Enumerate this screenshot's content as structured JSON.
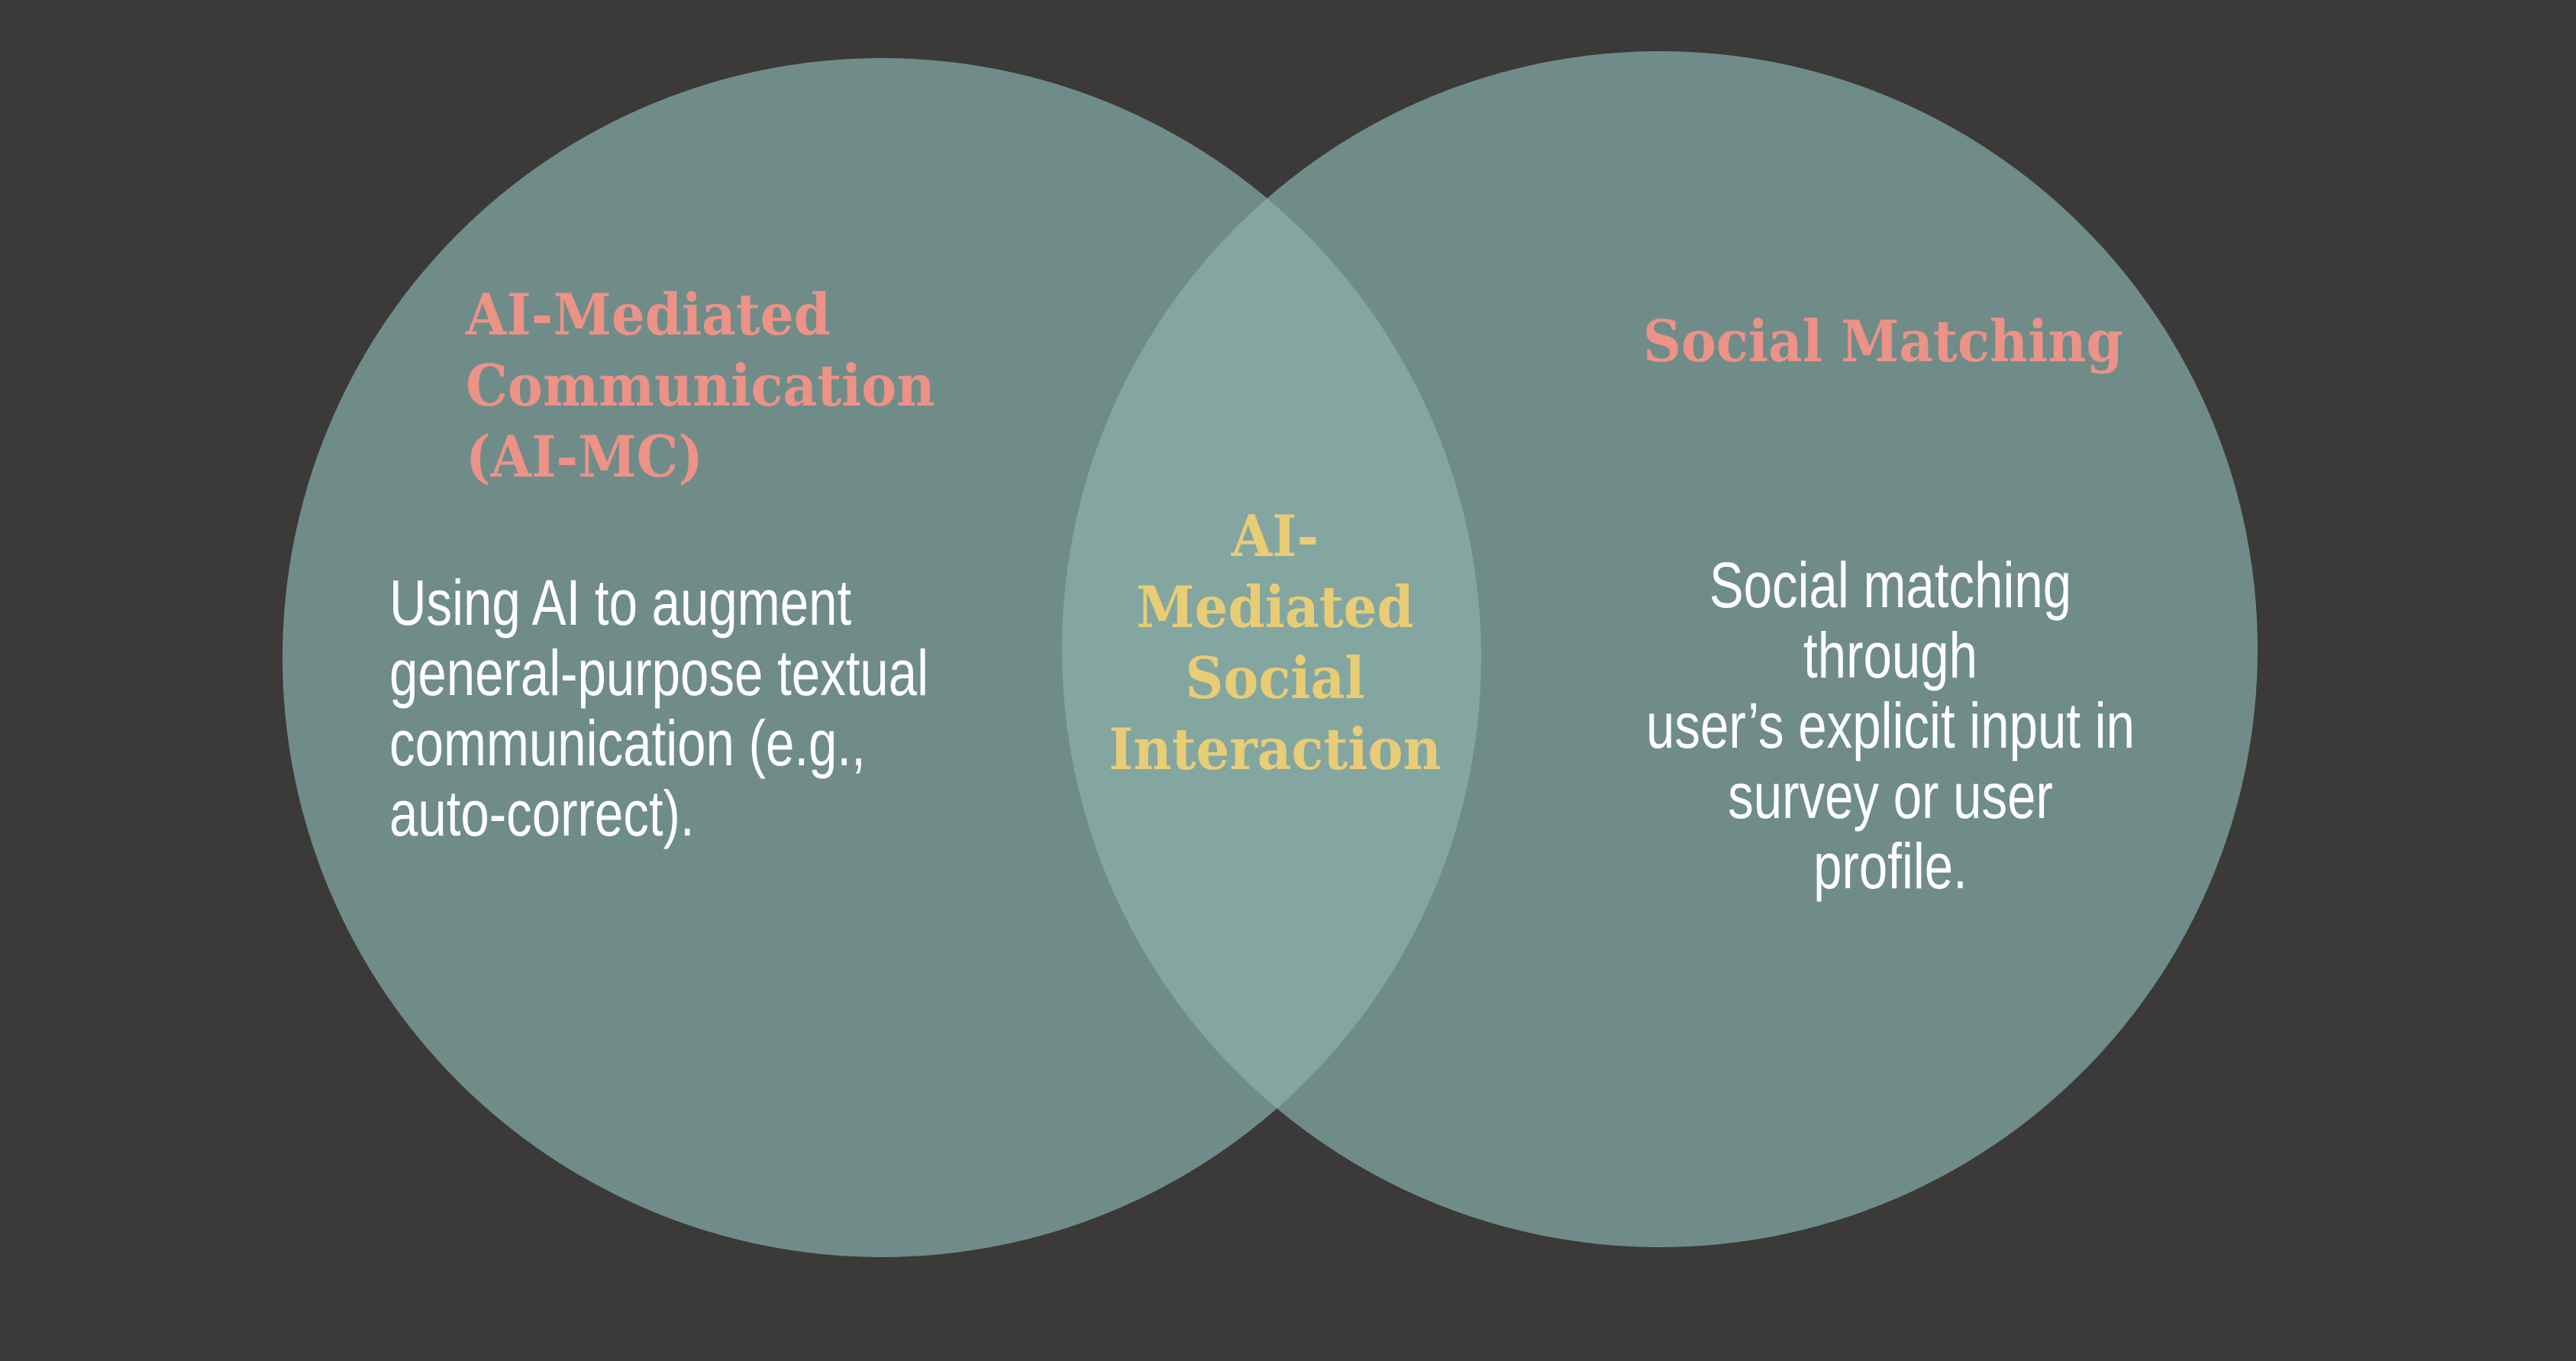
{
  "canvas": {
    "background": "#3b3a38"
  },
  "diagram": {
    "type": "venn-2-set",
    "circle_fill": "#6f8c89",
    "overlap_fill": "#84a6a1",
    "left_circle": {
      "title": "AI-Mediated\nCommunication\n(AI-MC)",
      "title_color": "#ec9287",
      "description": "Using AI to augment\ngeneral-purpose textual\ncommunication (e.g.,\nauto-correct).",
      "description_color": "#ffffff"
    },
    "right_circle": {
      "title": "Social Matching",
      "title_color": "#ec9287",
      "description": "Social matching through\nuser’s explicit input in\nsurvey or user profile.",
      "description_color": "#ffffff"
    },
    "intersection": {
      "label": "AI-\nMediated\nSocial\nInteraction",
      "label_color": "#e8cd76"
    }
  }
}
